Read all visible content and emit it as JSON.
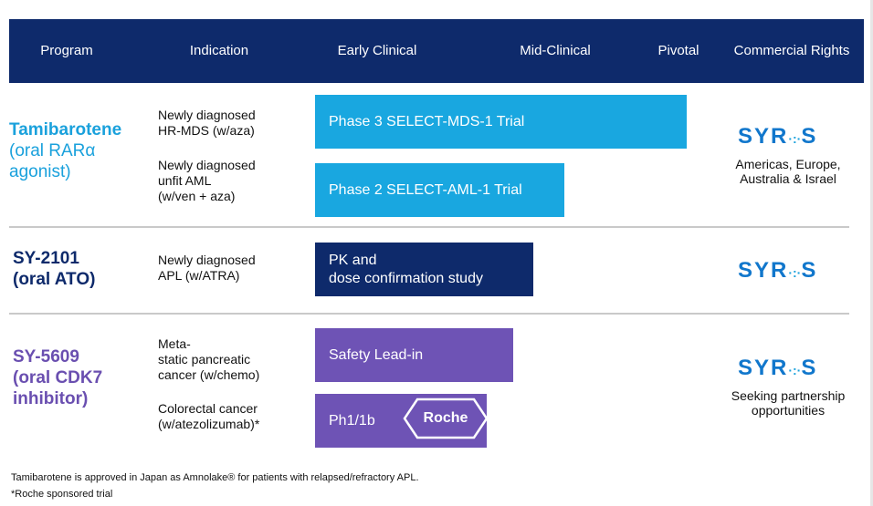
{
  "header": {
    "program": "Program",
    "indication": "Indication",
    "early_clinical": "Early Clinical",
    "mid_clinical": "Mid-Clinical",
    "pivotal": "Pivotal",
    "commercial_rights": "Commercial Rights"
  },
  "colors": {
    "header_bg": "#0e2a6b",
    "tamibarotene": "#1aa1dc",
    "sy2101": "#0e2a6b",
    "sy5609": "#6a4fb0"
  },
  "programs": [
    {
      "name": "Tamibarotene",
      "sub1": "(oral RARα",
      "sub2": "agonist)",
      "indications": [
        "Newly diagnosed\nHR-MDS (w/aza)",
        "Newly diagnosed\nunfit AML\n(w/ven + aza)"
      ],
      "bars": [
        "Phase 3 SELECT-MDS-1 Trial",
        "Phase 2 SELECT-AML-1 Trial"
      ],
      "logo": "SYROS",
      "rights": "Americas, Europe,\nAustralia & Israel"
    },
    {
      "name": "SY-2101",
      "sub1": "(oral ATO)",
      "indications": [
        "Newly diagnosed\nAPL (w/ATRA)"
      ],
      "bars": [
        "PK and\ndose confirmation study"
      ],
      "logo": "SYROS"
    },
    {
      "name": "SY-5609",
      "sub1": "(oral CDK7",
      "sub2": "inhibitor)",
      "indications": [
        "Meta-\nstatic pancreatic\ncancer (w/chemo)",
        "Colorectal cancer\n(w/atezolizumab)*"
      ],
      "bars": [
        "Safety Lead-in",
        "Ph1/1b"
      ],
      "partner_logo": "Roche",
      "logo": "SYROS",
      "rights": "Seeking partnership\nopportunities"
    }
  ],
  "footnotes": [
    "Tamibarotene is approved in Japan as Amnolake® for patients with relapsed/refractory APL.",
    "*Roche sponsored trial"
  ]
}
